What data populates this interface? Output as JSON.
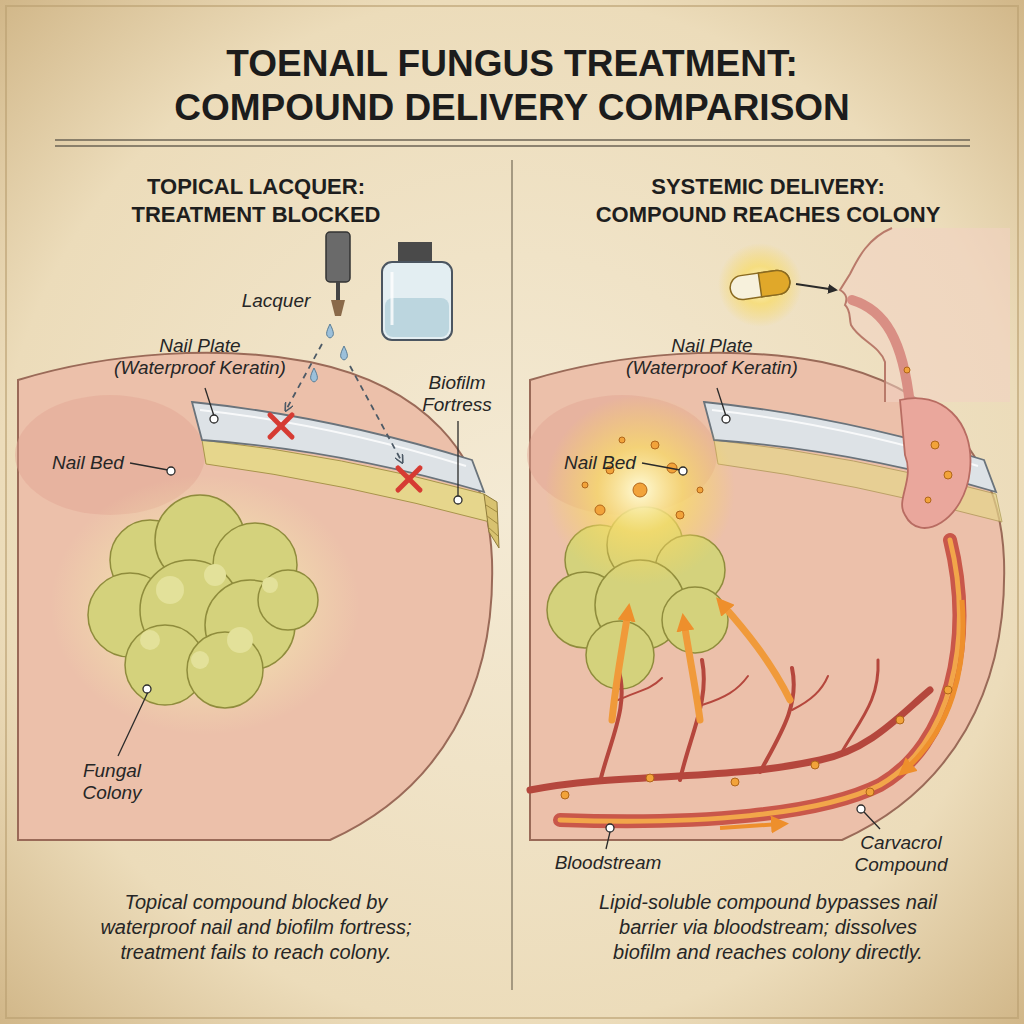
{
  "diagram": {
    "title": "TOENAIL FUNGUS TREATMENT: COMPOUND DELIVERY COMPARISON",
    "nodes": [
      {
        "text": [
          "TOPICAL LACQUER: TREATMENT BLOCKED",
          "Topical compound blocked by waterproof nail and biofilm fortress; treatment fails to reach colony."
        ]
      },
      {
        "text": [
          "SYSTEMIC DELIVERY: COMPOUND REACHES COLONY",
          "Lipid-soluble compound bypasses nail barrier via bloodstream; dissolves biofilm and reaches colony directly."
        ]
      }
    ],
    "labels": [
      "Lacquer",
      "Nail Plate (Waterproof Keratin)",
      "Nail Bed",
      "Biofilm Fortress",
      "Fungal Colony",
      "Nail Plate (Waterproof Keratin)",
      "Nail Bed",
      "Bloodstream",
      "Carvacrol Compound"
    ]
  }
}
